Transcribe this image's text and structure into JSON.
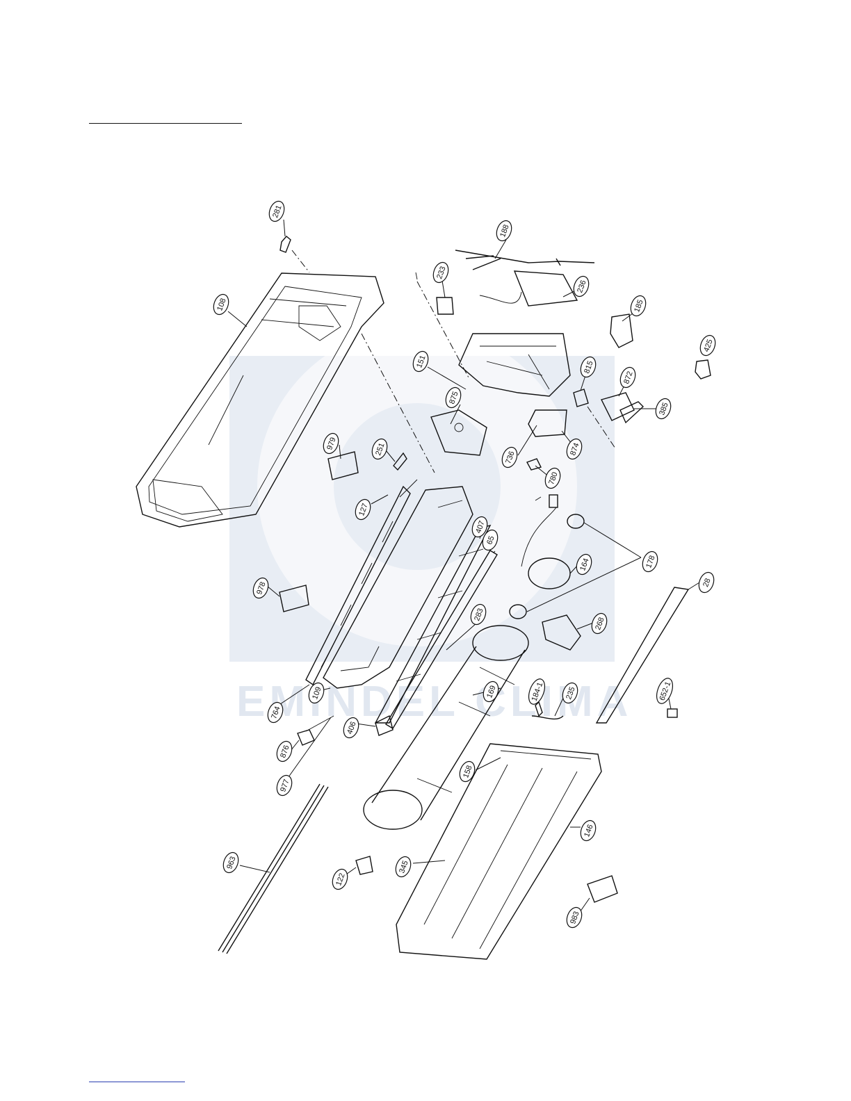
{
  "watermark": {
    "text": "EMINDEL CLIMA",
    "color": "#c9d4e4"
  },
  "callouts": [
    {
      "id": "281"
    },
    {
      "id": "188"
    },
    {
      "id": "233"
    },
    {
      "id": "236"
    },
    {
      "id": "108"
    },
    {
      "id": "185"
    },
    {
      "id": "425"
    },
    {
      "id": "151"
    },
    {
      "id": "815"
    },
    {
      "id": "872"
    },
    {
      "id": "875"
    },
    {
      "id": "385"
    },
    {
      "id": "979"
    },
    {
      "id": "251"
    },
    {
      "id": "736"
    },
    {
      "id": "874"
    },
    {
      "id": "780"
    },
    {
      "id": "127"
    },
    {
      "id": "407"
    },
    {
      "id": "65"
    },
    {
      "id": "164"
    },
    {
      "id": "178"
    },
    {
      "id": "978"
    },
    {
      "id": "28"
    },
    {
      "id": "283"
    },
    {
      "id": "268"
    },
    {
      "id": "109"
    },
    {
      "id": "764"
    },
    {
      "id": "169"
    },
    {
      "id": "184-1"
    },
    {
      "id": "235"
    },
    {
      "id": "652-1"
    },
    {
      "id": "406"
    },
    {
      "id": "876"
    },
    {
      "id": "158"
    },
    {
      "id": "977"
    },
    {
      "id": "146"
    },
    {
      "id": "963"
    },
    {
      "id": "345"
    },
    {
      "id": "122"
    },
    {
      "id": "983"
    }
  ]
}
